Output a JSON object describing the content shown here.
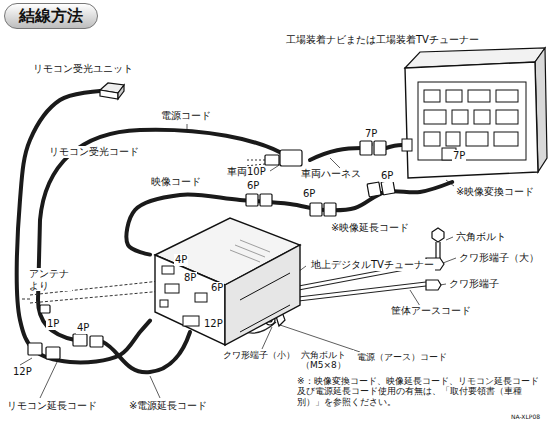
{
  "diagram": {
    "title": "結線方法",
    "nodes": [
      {
        "text": [
          "工場装着ナビまたは工場装着TVチューナー"
        ]
      },
      {
        "text": [
          "リモコン受光ユニット"
        ]
      },
      {
        "text": [
          "地上デジタルTVチューナー"
        ]
      }
    ],
    "edges": [
      {
        "from": 1,
        "to": 2,
        "arrow": "none"
      },
      {
        "from": 0,
        "to": 2,
        "arrow": "none"
      }
    ],
    "labels": [
      "リモコン受光コード",
      "電源コード",
      "映像コード",
      "車両10P",
      "車両ハーネス",
      "7P",
      "6P",
      "7P",
      "※映像変換コード",
      "6P",
      "※映像延長コード",
      "6P",
      "アンテナより",
      "4P",
      "8P",
      "6P",
      "1P",
      "4P",
      "12P",
      "12P",
      "リモコン延長コード",
      "※電源延長コード",
      "六角ボルト",
      "クワ形端子（大）",
      "クワ形端子",
      "筐体アースコード",
      "クワ形端子（小）",
      "六角ボルト（M5×8）",
      "電源（アース）コード",
      "※：映像変換コード、映像延長コード、リモコン延長コード及び電源延長コード使用の有無は、「取付要領書（車種別）」を参照ください。",
      "NA-XLP08"
    ]
  }
}
